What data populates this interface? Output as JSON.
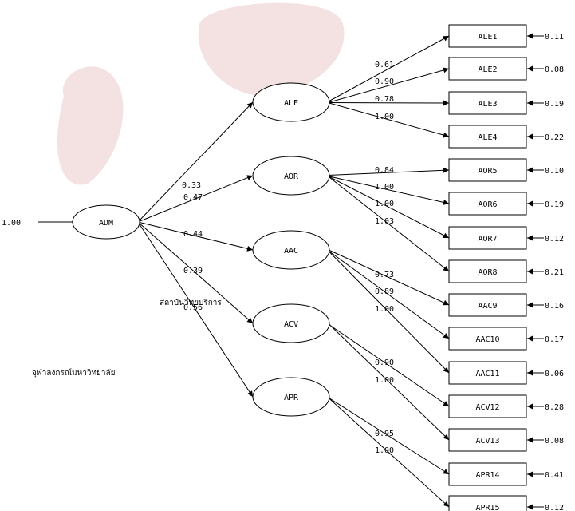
{
  "colors": {
    "line": "#000000",
    "background": "#ffffff",
    "watermark": "#f4e2e2"
  },
  "watermark": {
    "line1": "สถาบันวิทยบริการ",
    "line2": "จุฬาลงกรณ์มหาวิทยาลัย"
  },
  "root": {
    "id": "ADM",
    "label": "ADM",
    "variance": "1.00"
  },
  "factors": [
    {
      "id": "ALE",
      "label": "ALE",
      "loading": "0.33"
    },
    {
      "id": "AOR",
      "label": "AOR",
      "loading": "0.47"
    },
    {
      "id": "AAC",
      "label": "AAC",
      "loading": "0.44"
    },
    {
      "id": "ACV",
      "label": "ACV",
      "loading": "0.39"
    },
    {
      "id": "APR",
      "label": "APR",
      "loading": "0.56"
    }
  ],
  "indicators": [
    {
      "label": "ALE1",
      "factor": 0,
      "loading": "0.61",
      "error": "0.11"
    },
    {
      "label": "ALE2",
      "factor": 0,
      "loading": "0.90",
      "error": "0.08"
    },
    {
      "label": "ALE3",
      "factor": 0,
      "loading": "0.78",
      "error": "0.19"
    },
    {
      "label": "ALE4",
      "factor": 0,
      "loading": "1.00",
      "error": "0.22"
    },
    {
      "label": "AOR5",
      "factor": 1,
      "loading": "0.84",
      "error": "0.10"
    },
    {
      "label": "AOR6",
      "factor": 1,
      "loading": "1.00",
      "error": "0.19"
    },
    {
      "label": "AOR7",
      "factor": 1,
      "loading": "1.00",
      "error": "0.12"
    },
    {
      "label": "AOR8",
      "factor": 1,
      "loading": "1.03",
      "error": "0.21"
    },
    {
      "label": "AAC9",
      "factor": 2,
      "loading": "0.73",
      "error": "0.16"
    },
    {
      "label": "AAC10",
      "factor": 2,
      "loading": "0.89",
      "error": "0.17"
    },
    {
      "label": "AAC11",
      "factor": 2,
      "loading": "1.00",
      "error": "0.06"
    },
    {
      "label": "ACV12",
      "factor": 3,
      "loading": "0.90",
      "error": "0.28"
    },
    {
      "label": "ACV13",
      "factor": 3,
      "loading": "1.00",
      "error": "0.08"
    },
    {
      "label": "APR14",
      "factor": 4,
      "loading": "0.95",
      "error": "0.41"
    },
    {
      "label": "APR15",
      "factor": 4,
      "loading": "1.00",
      "error": "0.12"
    }
  ]
}
